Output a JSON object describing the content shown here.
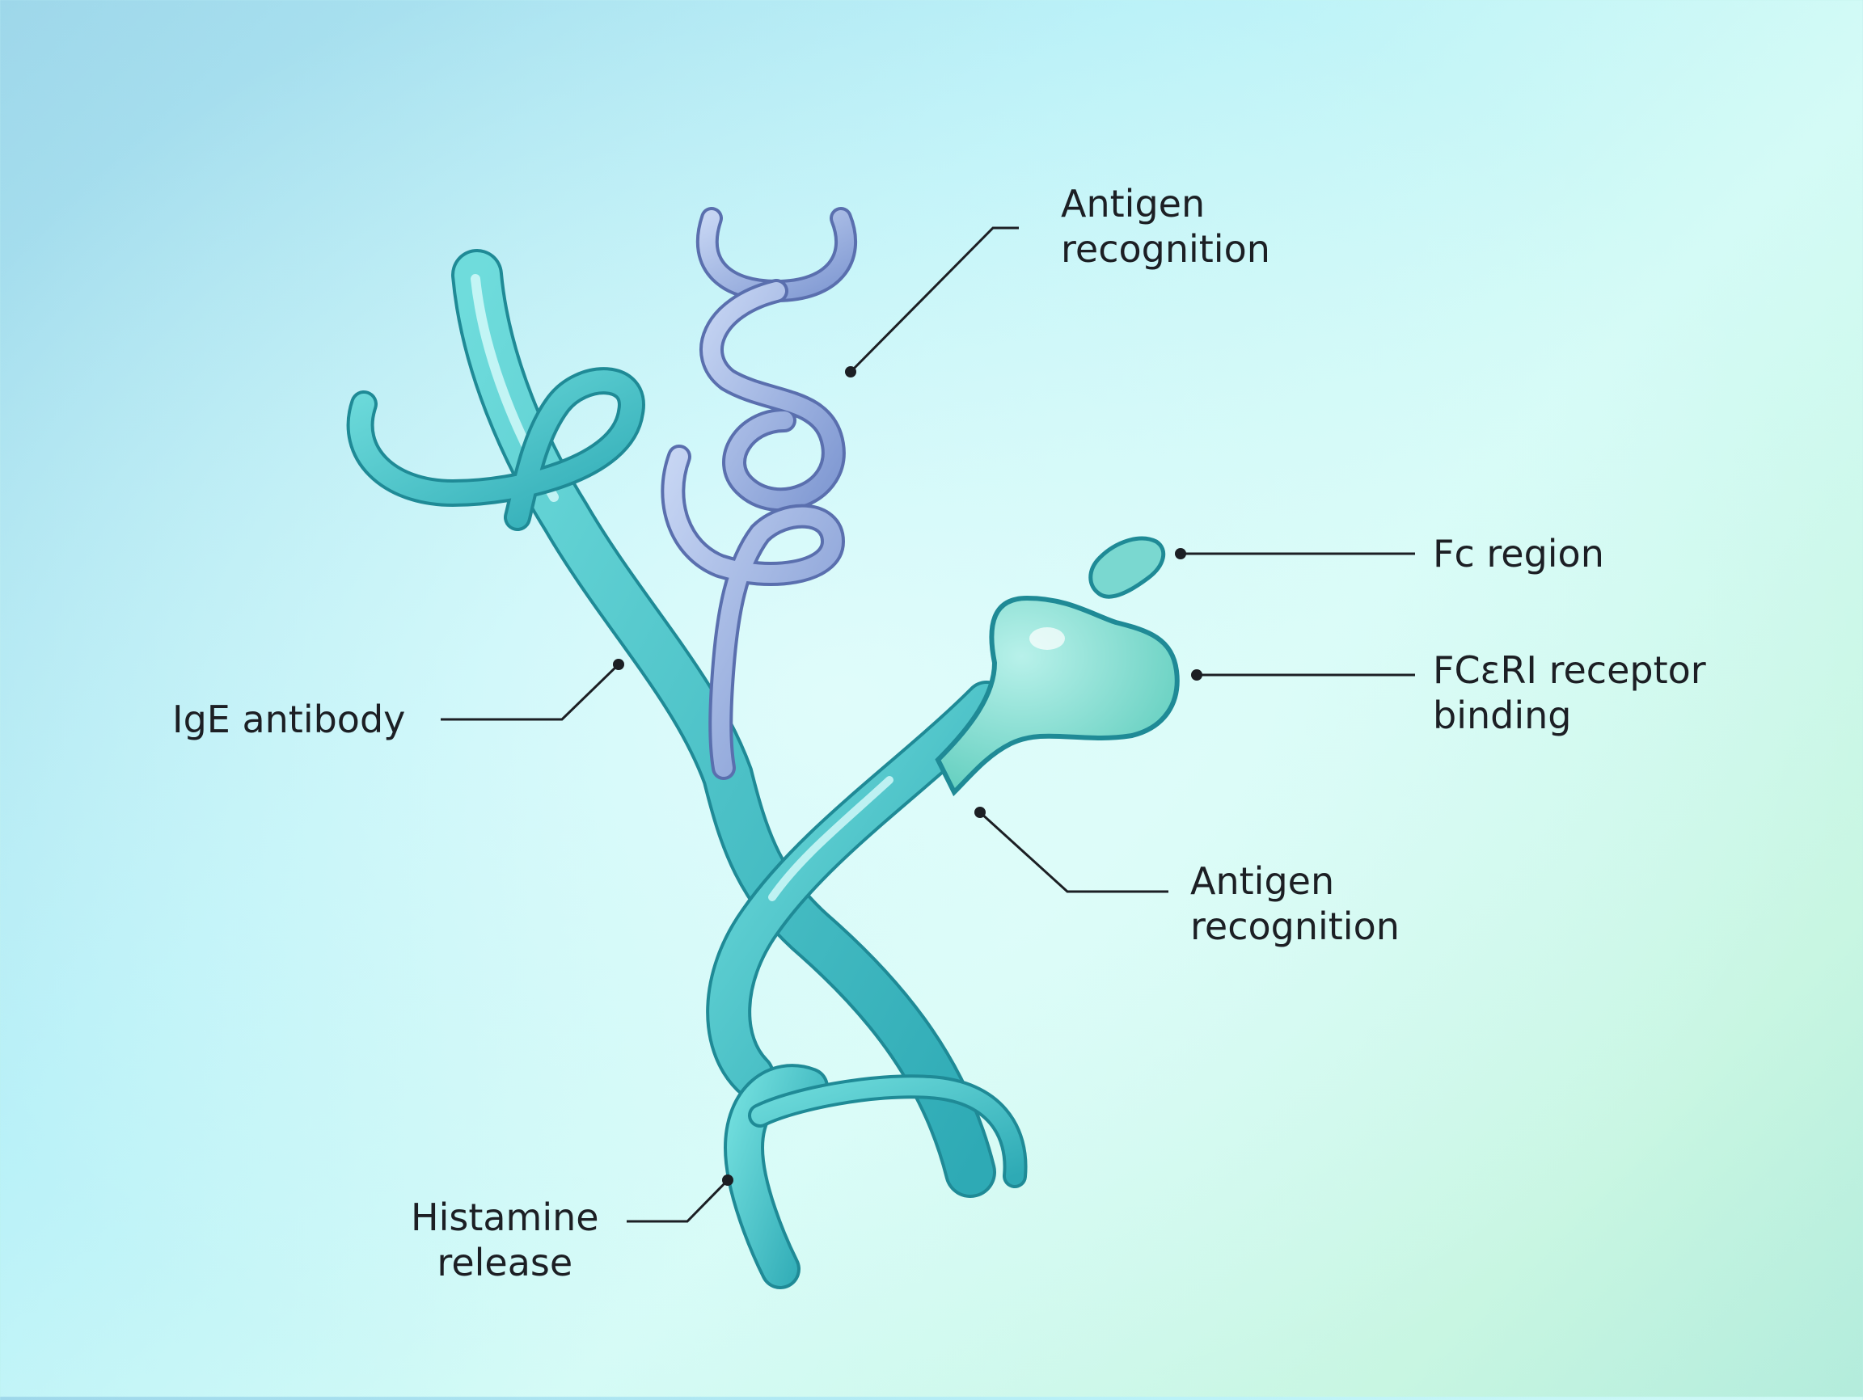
{
  "labels": {
    "antigen_top": [
      "Antigen",
      "recognition"
    ],
    "fc_region": "Fc region",
    "fcer_binding": [
      "FCεRI receptor",
      "binding"
    ],
    "ige_antibody": "IgE antibody",
    "antigen_bottom": [
      "Antigen",
      "recognition"
    ],
    "histamine": [
      "Histamine",
      "release"
    ]
  },
  "colors": {
    "teal_stroke": "#1f8f9a",
    "teal_fill": "#43c4c8",
    "blue_stroke": "#5a6fae",
    "blue_fill": "#a9bde8",
    "leader_line": "#1c1f24"
  }
}
